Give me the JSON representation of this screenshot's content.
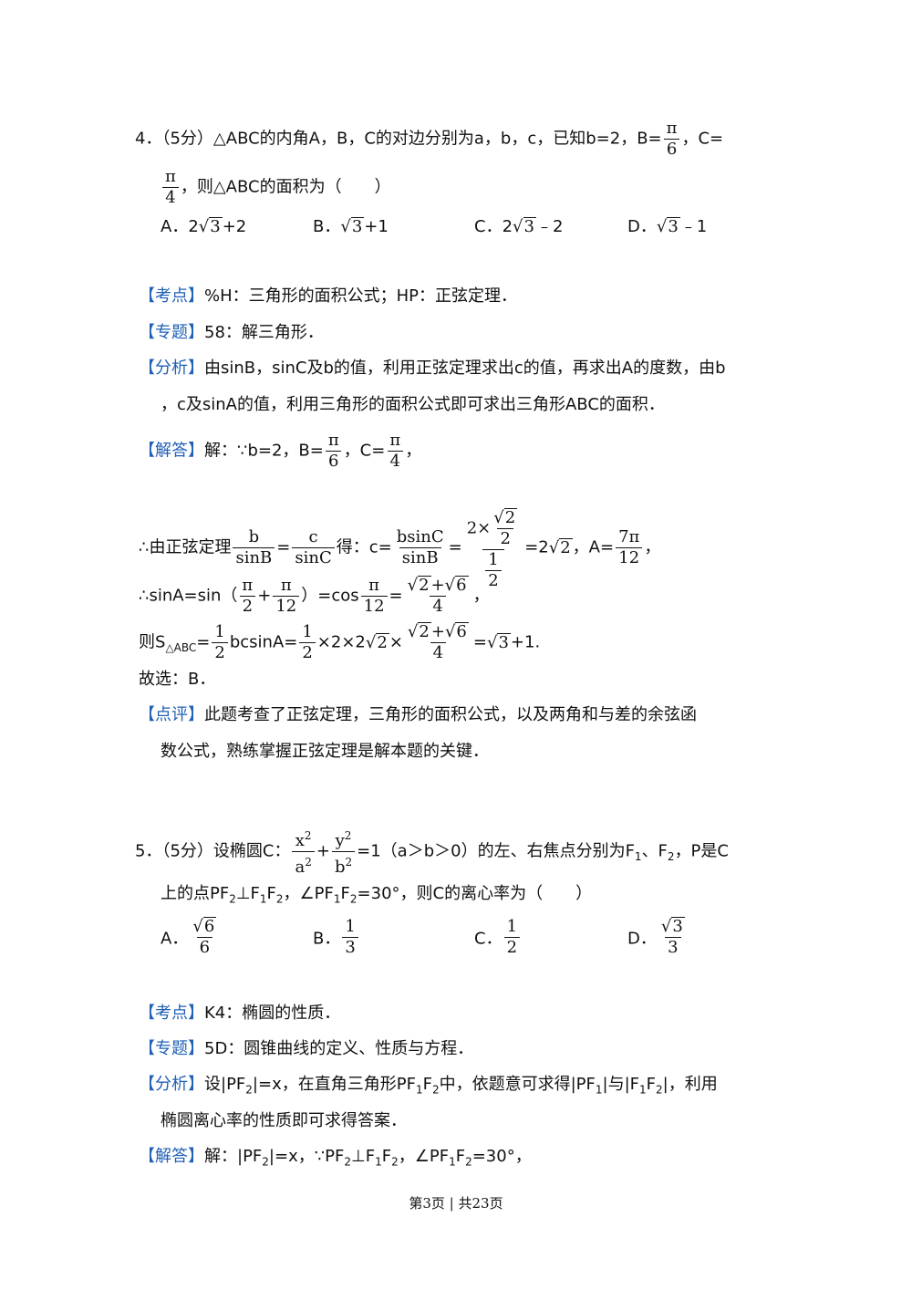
{
  "q4": {
    "number": "4．",
    "score": "（5分）",
    "stem1": "△ABC的内角A，B，C的对边分别为a，b，c，已知b=2，B=",
    "pi": "π",
    "den6": "6",
    "comma_c": "，C=",
    "den4": "4",
    "stem2": "，则△ABC的面积为（　　）",
    "options": {
      "a_label": "A．",
      "a_pre": "2",
      "a_rad": "3",
      "a_post": "+2",
      "b_label": "B．",
      "b_rad": "3",
      "b_post": "+1",
      "c_label": "C．",
      "c_pre": "2",
      "c_rad": "3",
      "c_post": "﹣2",
      "d_label": "D．",
      "d_rad": "3",
      "d_post": "﹣1"
    },
    "kaodian_tag": "【考点】",
    "kaodian": "%H：三角形的面积公式；HP：正弦定理．",
    "zhuanti_tag": "【专题】",
    "zhuanti": "58：解三角形．",
    "fenxi_tag": "【分析】",
    "fenxi1": "由sinB，sinC及b的值，利用正弦定理求出c的值，再求出A的度数，由b",
    "fenxi2": "，c及sinA的值，利用三角形的面积公式即可求出三角形ABC的面积．",
    "jieda_tag": "【解答】",
    "jieda1_a": "解：∵b=2，B=",
    "jieda1_b": "，C=",
    "jieda1_c": "，",
    "step2": {
      "a": "∴由正弦定理",
      "b_num": "b",
      "b_den": "sinB",
      "eq": "=",
      "c_num": "c",
      "c_den": "sinC",
      "de": "得：c=",
      "bsinc_num": "bsinC",
      "bsinc_den": "sinB",
      "eq2": "=",
      "big_num_pre": "2×",
      "big_num_rad": "2",
      "big_num_den": "2",
      "one": "1",
      "two": "2",
      "result": "=2",
      "result_rad": "2",
      "a_eq": "，A=",
      "seven_pi": "7π",
      "twelve": "12",
      "end": "，"
    },
    "step3": {
      "a": "∴sinA=sin（",
      "pi": "π",
      "two": "2",
      "plus": "+",
      "twelve": "12",
      "b": "）=cos",
      "eq": "=",
      "num_rad1": "2",
      "num_plus": "+",
      "num_rad2": "6",
      "den": "4",
      "end": "，"
    },
    "step4": {
      "a": "则S",
      "sub": "△ABC",
      "b": "=",
      "one": "1",
      "two": "2",
      "c": "bcsinA=",
      "d": "×2×2",
      "rad": "2",
      "e": "×",
      "num_rad1": "2",
      "num_plus": "+",
      "num_rad2": "6",
      "den": "4",
      "f": "=",
      "res_rad": "3",
      "g": "+1."
    },
    "guxuan": "故选：B．",
    "dianping_tag": "【点评】",
    "dianping1": "此题考查了正弦定理，三角形的面积公式，以及两角和与差的余弦函",
    "dianping2": "数公式，熟练掌握正弦定理是解本题的关键．"
  },
  "q5": {
    "number": "5．",
    "score": "（5分）",
    "stem_a": "设椭圆C：",
    "x2": "x",
    "sq": "2",
    "a2": "a",
    "plus": "+",
    "y2": "y",
    "b2": "b",
    "stem_b": "=1（a＞b＞0）的左、右焦点分别为F",
    "sub1": "1",
    "stem_c": "、F",
    "sub2": "2",
    "stem_d": "，P是C",
    "line2": {
      "a": "上的点PF",
      "s2": "2",
      "b": "⊥F",
      "s1": "1",
      "c": "F",
      "d": "，∠PF",
      "e": "F",
      "f": "=30°，则C的离心率为（　　）"
    },
    "options": {
      "a_label": "A．",
      "a_rad": "6",
      "a_den": "6",
      "b_label": "B．",
      "b_num": "1",
      "b_den": "3",
      "c_label": "C．",
      "c_num": "1",
      "c_den": "2",
      "d_label": "D．",
      "d_rad": "3",
      "d_den": "3"
    },
    "kaodian_tag": "【考点】",
    "kaodian": "K4：椭圆的性质．",
    "zhuanti_tag": "【专题】",
    "zhuanti": "5D：圆锥曲线的定义、性质与方程．",
    "fenxi_tag": "【分析】",
    "fenxi1_a": "设|PF",
    "fenxi1_b": "|=x，在直角三角形PF",
    "fenxi1_c": "F",
    "fenxi1_d": "中，依题意可求得|PF",
    "fenxi1_e": "|与|F",
    "fenxi1_f": "F",
    "fenxi1_g": "|，利用",
    "fenxi2": "椭圆离心率的性质即可求得答案．",
    "jieda_tag": "【解答】",
    "jieda_a": "解：|PF",
    "jieda_b": "|=x，∵PF",
    "jieda_c": "⊥F",
    "jieda_d": "F",
    "jieda_e": "，∠PF",
    "jieda_f": "F",
    "jieda_g": "=30°，",
    "one": "1",
    "two": "2"
  },
  "footer": "第3页 | 共23页"
}
